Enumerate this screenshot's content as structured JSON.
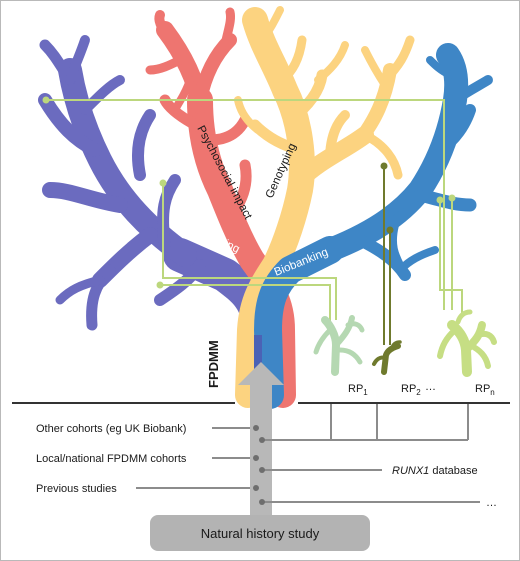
{
  "branches": {
    "psychosocial": "Psychosocial impact",
    "genotyping": "Genotyping",
    "phenotyping": "Phenotyping",
    "biobanking": "Biobanking"
  },
  "trunk_label": "FPDMM",
  "projects": {
    "rp": "RP",
    "rp1_sub": "1",
    "rp2_sub": "2",
    "rpn_sub": "n",
    "ellipsis": "…"
  },
  "sources": {
    "other_cohorts": "Other cohorts (eg UK Biobank)",
    "local_national": "Local/national FPDMM cohorts",
    "previous_studies": "Previous studies",
    "runx1_italic": "RUNX1",
    "runx1_rest": " database",
    "more": "…"
  },
  "study_box": "Natural history study",
  "colors": {
    "purple": "#6b6bbf",
    "red": "#ee7570",
    "yellow": "#fcd380",
    "blue": "#3e86c6",
    "green_line": "#bcd77d",
    "dark_olive": "#6f7a2d",
    "light_green_tree": "#b5d8b2",
    "lime_tree": "#c6de84",
    "gray": "#8c8c8c",
    "dark_gray": "#6e6e6e"
  }
}
